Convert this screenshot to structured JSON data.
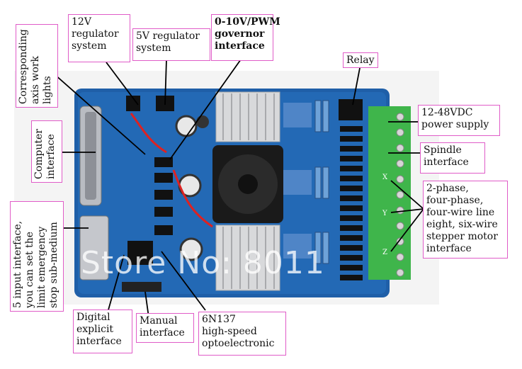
{
  "labels": {
    "regulator_12v": "12V\nregulator\nsystem",
    "regulator_5v": "5V regulator\nsystem",
    "governor": "0-10V/PWM\ngovernor\ninterface",
    "relay": "Relay",
    "work_lights": "Corresponding\naxis work\nlights",
    "computer_interface": "Computer\ninterface",
    "power_supply": "12-48VDC\npower supply",
    "spindle": "Spindle\ninterface",
    "stepper_motor": "2-phase,\nfour-phase,\nfour-wire line\neight, six-wire\nstepper motor\ninterface",
    "input_interface": "5 input interface,\nyou can set the\nlimit emergency\nstop sub-medium",
    "digital_explicit": "Digital\nexplicit\ninterface",
    "manual": "Manual\ninterface",
    "optoelectronic": "6N137\nhigh-speed\noptoelectronic"
  },
  "board_marks": {
    "x": "X",
    "y": "Y",
    "z": "Z"
  },
  "watermark": "Store No: 8011",
  "colors": {
    "label_border": "#e05cc8",
    "board_blue": "#1f5fa8",
    "terminal_green": "#3fb54b",
    "heatsink": "#d8d9db"
  }
}
